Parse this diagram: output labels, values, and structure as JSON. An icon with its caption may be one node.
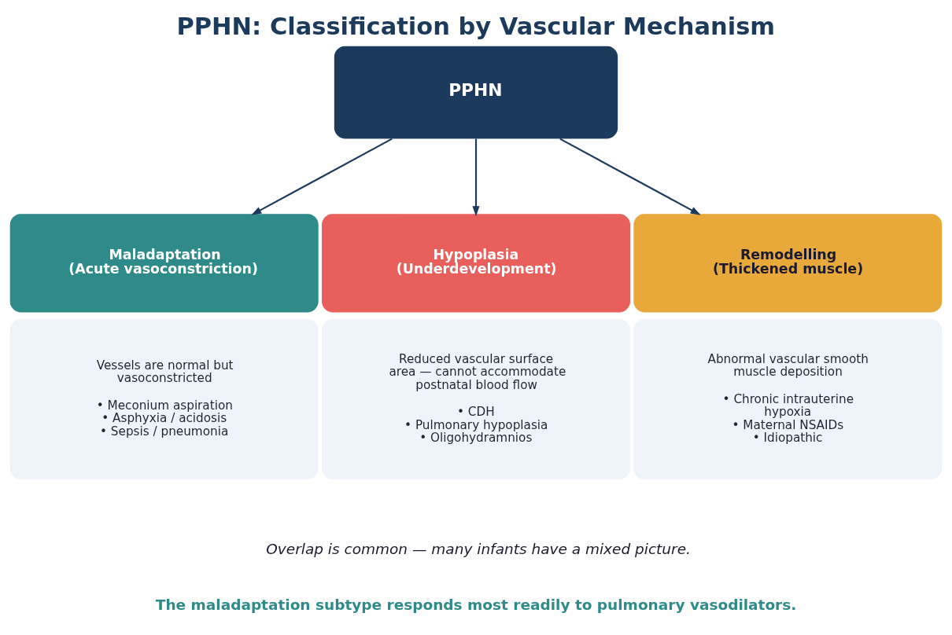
{
  "diagram": {
    "title": "PPHN: Classification by Vascular Mechanism",
    "nodes": [
      {
        "text": [
          "PPHN"
        ]
      },
      {
        "text": [
          "Maladaptation",
          "(Acute vasoconstriction)"
        ]
      },
      {
        "text": [
          "Hypoplasia",
          "(Underdevelopment)"
        ]
      },
      {
        "text": [
          "Remodelling",
          "(Thickened muscle)"
        ]
      },
      {
        "text": [
          "Vessels are normal but vasoconstricted",
          "• Meconium aspiration",
          "• Asphyxia / acidosis",
          "• Sepsis / pneumonia"
        ]
      },
      {
        "text": [
          "Reduced vascular surface area — cannot accommodate postnatal blood flow",
          "• CDH",
          "• Pulmonary hypoplasia",
          "• Oligohydramnios"
        ]
      },
      {
        "text": [
          "Abnormal vascular smooth muscle deposition",
          "• Chronic intrauterine hypoxia",
          "• Maternal NSAIDs",
          "• Idiopathic"
        ]
      }
    ],
    "edges": [
      {
        "from": 0,
        "to": 1,
        "arrow": "to"
      },
      {
        "from": 0,
        "to": 2,
        "arrow": "to"
      },
      {
        "from": 0,
        "to": 3,
        "arrow": "to"
      }
    ],
    "labels": [
      "Overlap is common — many infants have a mixed picture.",
      "The maladaptation subtype responds most readily to pulmonary vasodilators."
    ]
  }
}
